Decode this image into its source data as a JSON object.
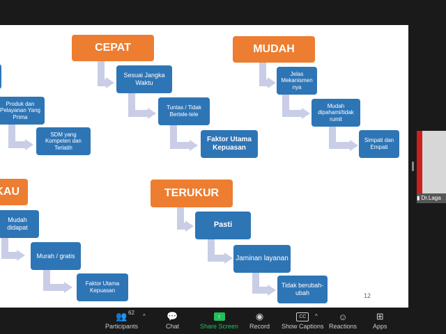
{
  "slide": {
    "page_number": "12",
    "headers": [
      "CEPAT",
      "MUDAH",
      "TERUKUR",
      "KAU"
    ],
    "cepat": [
      "Sesuai Jangka Waktu",
      "Tuntas / Tidak Bertele-tele",
      "Faktor Utama Kepuasan"
    ],
    "mudah": [
      "Jelas Mekanismen nya",
      "Mudah dipahami/tidak rumit",
      "Simpati dan Empati"
    ],
    "left_top": [
      "Produk dan Pelayanan Yang Prima",
      "SDM yang Kompeten dan Terlatih"
    ],
    "kau": [
      "Mudah didapat",
      "Murah / gratis",
      "Faktor Utama Kepuasan"
    ],
    "terukur": [
      "Pasti",
      "Jaminan layanan",
      "Tidak berubah-ubah"
    ]
  },
  "participant_video": {
    "name": "Dr.Laga"
  },
  "toolbar": {
    "participants_count": "62",
    "participants_label": "Participants",
    "chat_label": "Chat",
    "share_label": "Share Screen",
    "record_label": "Record",
    "captions_label": "Show Captions",
    "reactions_label": "Reactions",
    "apps_label": "Apps"
  }
}
